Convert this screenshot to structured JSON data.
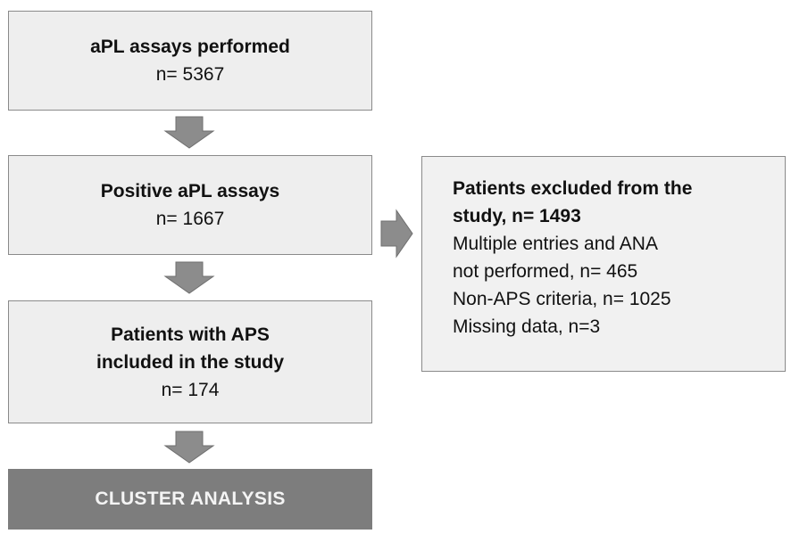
{
  "boxes": {
    "assays": {
      "title": "aPL assays performed",
      "count": "n= 5367"
    },
    "positive": {
      "title": "Positive aPL assays",
      "count": "n= 1667"
    },
    "aps": {
      "title_line1": "Patients with APS",
      "title_line2": "included in the study",
      "count": "n= 174"
    },
    "cluster": {
      "label": "CLUSTER ANALYSIS"
    },
    "excluded": {
      "title_line1": "Patients excluded from the",
      "title_line2": "study, n= 1493",
      "items": [
        "Multiple entries and ANA",
        "not performed, n= 465",
        "Non-APS criteria, n= 1025",
        "Missing data, n=3"
      ]
    }
  },
  "colors": {
    "box_fill": "#eeeeee",
    "box_border": "#8a8a8a",
    "cluster_fill": "#7d7d7d",
    "arrow_fill": "#8c8c8c"
  }
}
